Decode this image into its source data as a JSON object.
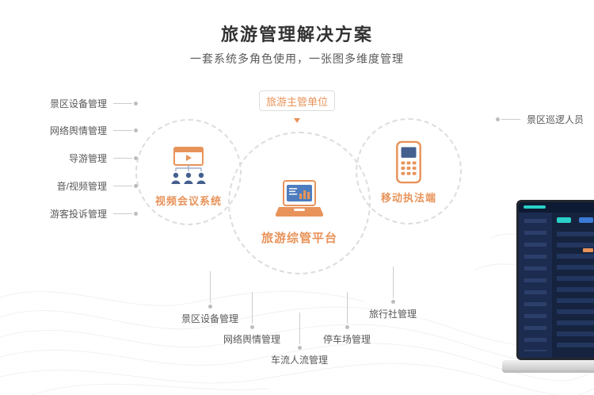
{
  "header": {
    "title": "旅游管理解决方案",
    "subtitle": "一套系统多角色使用，一张图多维度管理"
  },
  "hub": {
    "label": "旅游主管单位"
  },
  "nodes": {
    "video": {
      "label": "视频会议系统"
    },
    "platform": {
      "label": "旅游综管平台"
    },
    "mobile": {
      "label": "移动执法端"
    }
  },
  "left_items": [
    "景区设备管理",
    "网络舆情管理",
    "导游管理",
    "音/视频管理",
    "游客投诉管理"
  ],
  "right_items": [
    "景区巡逻人员"
  ],
  "bottom_items": [
    "景区设备管理",
    "网络舆情管理",
    "车流人流管理",
    "停车场管理",
    "旅行社管理"
  ],
  "colors": {
    "accent_orange": "#e8935a",
    "icon_navy": "#44608f",
    "icon_blue": "#4d7dbe",
    "connector_gray": "#cccccc",
    "title_text": "#333333",
    "label_text": "#595959",
    "dashboard_bg": "#16233f",
    "dashboard_teal": "#2ad1c8"
  }
}
